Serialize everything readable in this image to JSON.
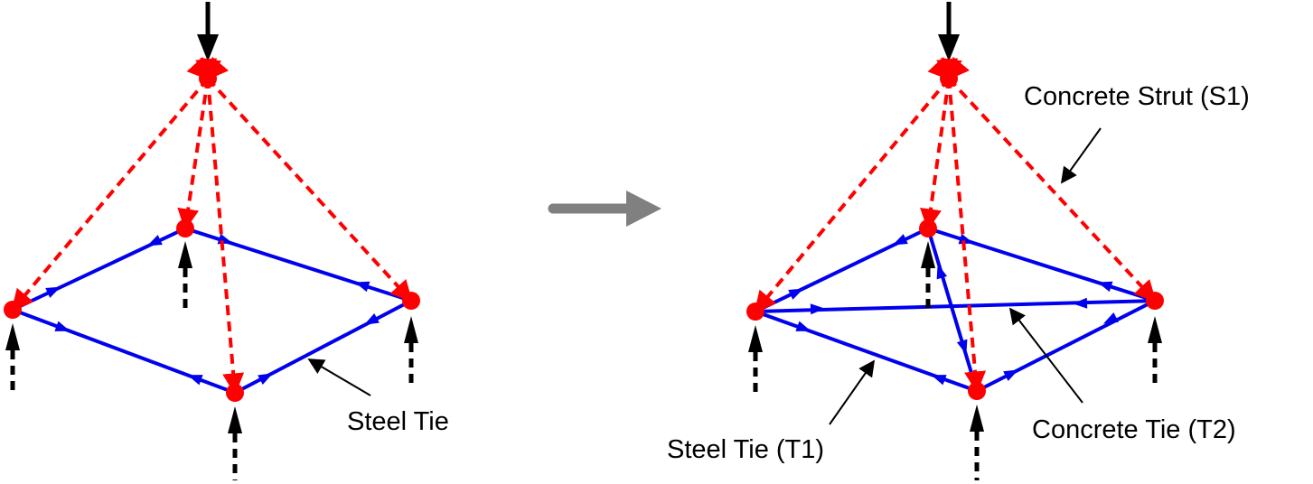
{
  "colors": {
    "strut": "#ff0000",
    "tie": "#0000ee",
    "node": "#ff0000",
    "load": "#000000",
    "transition_arrow": "#808080",
    "leader": "#000000"
  },
  "left_model": {
    "labels": {
      "steel_tie": "Steel Tie"
    }
  },
  "transition": {
    "icon": "right-arrow-icon"
  },
  "right_model": {
    "labels": {
      "strut": "Concrete Strut (S1)",
      "steel_tie": "Steel Tie (T1)",
      "concrete_tie": "Concrete Tie (T2)"
    }
  }
}
